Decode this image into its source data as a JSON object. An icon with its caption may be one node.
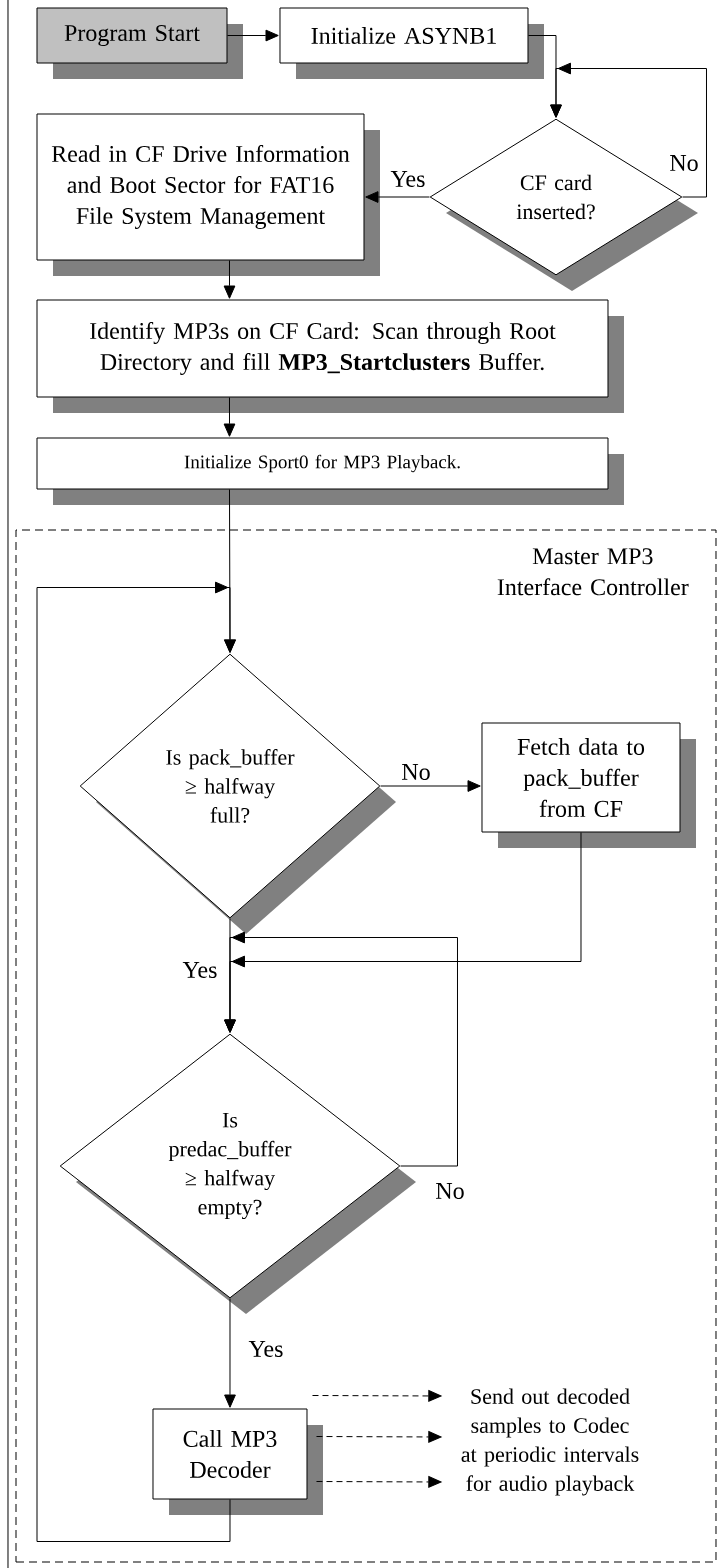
{
  "diagram": {
    "nodes": [
      {
        "text": [
          "Program Start"
        ]
      },
      {
        "text": [
          "Initialize ASYNB1"
        ]
      },
      {
        "text": [
          "CF card inserted?"
        ]
      },
      {
        "text": [
          "Read in CF Drive Information and Boot Sector for FAT16 File System Management"
        ]
      },
      {
        "text": [
          "Identify MP3s on CF Card:  Scan through Root Directory and fill **MP3_Startclusters** Buffer."
        ]
      },
      {
        "text": [
          "Initialize Sport0 for MP3 Playback."
        ]
      },
      {
        "text": [
          "Master MP3 Interface Controller"
        ]
      },
      {
        "text": [
          "Is pack_buffer ≥ halfway full?"
        ],
        "in": 6
      },
      {
        "text": [
          "Fetch data to pack_buffer from CF"
        ],
        "in": 6
      },
      {
        "text": [
          "Is predac_buffer ≥ halfway empty?"
        ],
        "in": 6
      },
      {
        "text": [
          "Call MP3 Decoder"
        ],
        "in": 6
      },
      {
        "text": [
          "Send out decoded samples to Codec at periodic intervals for audio playback"
        ],
        "in": 6
      }
    ],
    "edges": [
      {
        "from": 0,
        "to": 1,
        "arrow": "to"
      },
      {
        "from": 1,
        "to": 2,
        "arrow": "to"
      },
      {
        "from": 2,
        "to": 2,
        "arrow": "to",
        "label": "No"
      },
      {
        "from": 2,
        "to": 3,
        "arrow": "to",
        "label": "Yes"
      },
      {
        "from": 3,
        "to": 4,
        "arrow": "to"
      },
      {
        "from": 4,
        "to": 5,
        "arrow": "to"
      },
      {
        "from": 5,
        "to": 7,
        "arrow": "to"
      },
      {
        "from": 7,
        "to": 8,
        "arrow": "to",
        "label": "No"
      },
      {
        "from": 8,
        "to": 9,
        "arrow": "to"
      },
      {
        "from": 7,
        "to": 9,
        "arrow": "to",
        "label": "Yes"
      },
      {
        "from": 9,
        "to": 9,
        "arrow": "to",
        "label": "No"
      },
      {
        "from": 9,
        "to": 10,
        "arrow": "to",
        "label": "Yes"
      },
      {
        "from": 10,
        "to": 7,
        "arrow": "to"
      },
      {
        "from": 10,
        "to": 11,
        "arrow": "to",
        "style": "dashed"
      },
      {
        "from": 10,
        "to": 11,
        "arrow": "to",
        "style": "dashed"
      },
      {
        "from": 10,
        "to": 11,
        "arrow": "to",
        "style": "dashed"
      }
    ]
  }
}
